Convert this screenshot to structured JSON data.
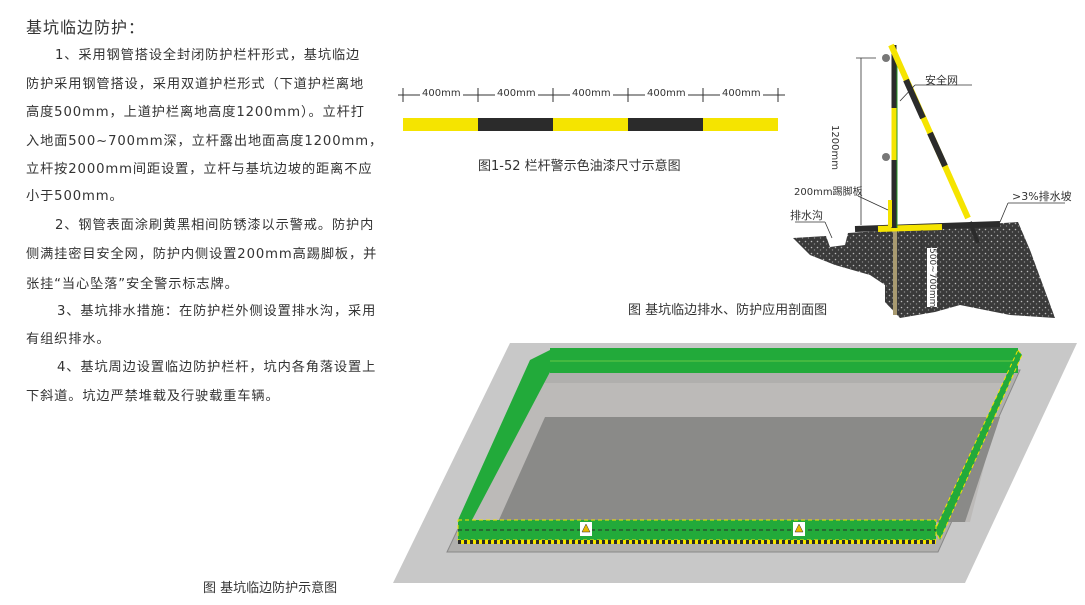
{
  "heading": "基坑临边防护：",
  "paragraphs": [
    [
      "1、采用钢管搭设全封闭防护栏杆形式，基坑临边",
      "防护采用钢管搭设，采用双道护栏形式（下道护栏离地",
      "高度500mm，上道护栏离地高度1200mm）。立杆打",
      "入地面500~700mm深，立杆露出地面高度1200mm，",
      "立杆按2000mm间距设置，立杆与基坑边坡的距离不应",
      "小于500mm。"
    ],
    [
      "2、钢管表面涂刷黄黑相间防锈漆以示警戒。防护内",
      "侧满挂密目安全网，防护内侧设置200mm高踢脚板，并",
      "张挂“当心坠落”安全警示标志牌。"
    ],
    [
      "3、基坑排水措施：在防护栏外侧设置排水沟，采用",
      "有组织排水。"
    ],
    [
      "4、基坑周边设置临边防护栏杆，坑内各角落设置上",
      "下斜道。坑边严禁堆载及行驶载重车辆。"
    ]
  ],
  "figure_rail": {
    "caption": "图1-52 栏杆警示色油漆尺寸示意图",
    "segment_labels": [
      "400mm",
      "400mm",
      "400mm",
      "400mm",
      "400mm"
    ],
    "colors": {
      "yellow": "#f5e400",
      "black": "#2b2b2b"
    }
  },
  "figure_section": {
    "caption": "图 基坑临边排水、防护应用剖面图",
    "labels": {
      "net": "安全网",
      "height": "1200mm",
      "toe_board": "200mm踢脚板",
      "ditch": "排水沟",
      "slope": ">3%排水坡",
      "depth": "500~700mm"
    }
  },
  "figure_pit": {
    "caption": "图 基坑临边防护示意图",
    "colors": {
      "net": "#22aa3a",
      "ground": "#c8c8c8",
      "pit_floor": "#8a8a88"
    }
  }
}
